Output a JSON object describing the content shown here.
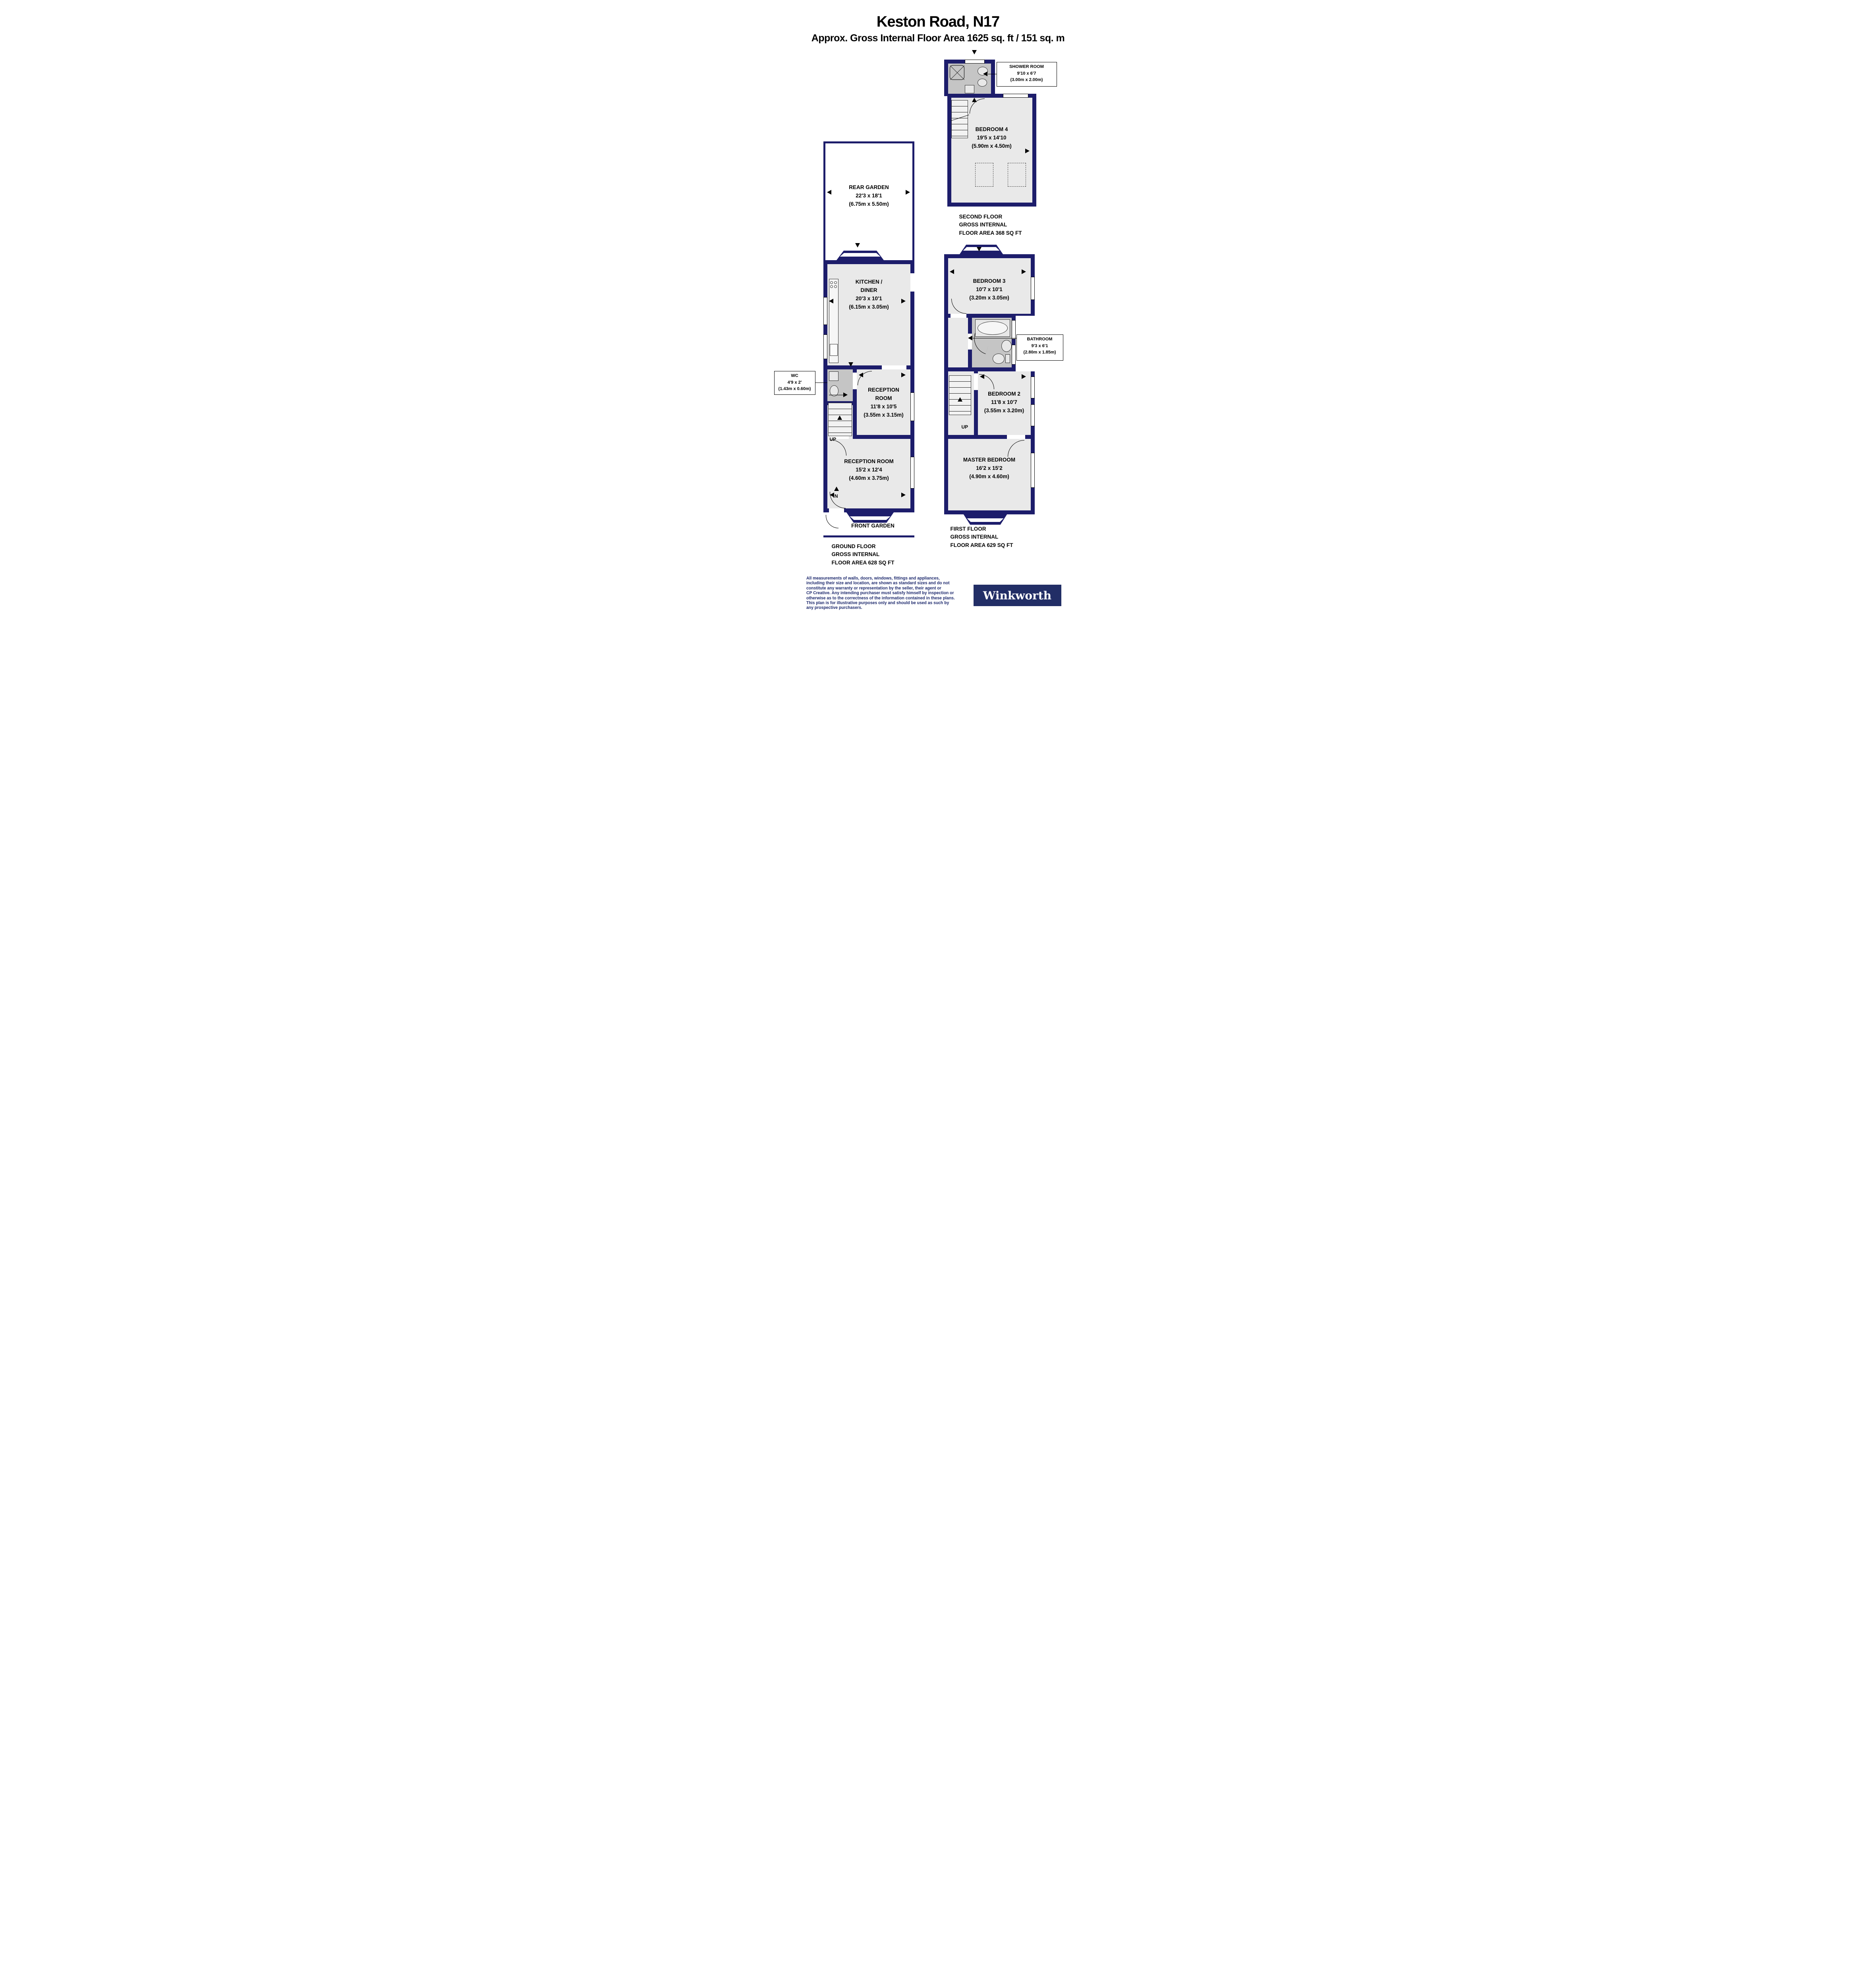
{
  "header": {
    "title": "Keston Road, N17",
    "subtitle": "Approx. Gross Internal Floor Area 1625 sq. ft / 151 sq. m"
  },
  "colors": {
    "wall": "#1d1d6b",
    "room": "#e9e9e9",
    "wet": "#c5c5c5",
    "disclaimer": "#1e2a6e",
    "logo_bg": "#222e66",
    "logo_text": "#ffffff"
  },
  "ground_floor": {
    "rear_garden": {
      "name": "REAR GARDEN",
      "imperial": "22'3 x 18'1",
      "metric": "(6.75m x 5.50m)"
    },
    "kitchen": {
      "name": "KITCHEN /\nDINER",
      "imperial": "20'3 x 10'1",
      "metric": "(6.15m x 3.05m)"
    },
    "wc": {
      "name": "WC",
      "imperial": "4'9 x 2'",
      "metric": "(1.43m x 0.60m)"
    },
    "reception1": {
      "name": "RECEPTION\nROOM",
      "imperial": "11'8 x 10'5",
      "metric": "(3.55m x 3.15m)"
    },
    "reception2": {
      "name": "RECEPTION ROOM",
      "imperial": "15'2 x 12'4",
      "metric": "(4.60m x 3.75m)"
    },
    "front_garden": "FRONT GARDEN",
    "up": "UP",
    "in": "IN",
    "floor_label": "GROUND FLOOR\nGROSS INTERNAL\nFLOOR AREA 628 SQ FT"
  },
  "first_floor": {
    "bedroom3": {
      "name": "BEDROOM 3",
      "imperial": "10'7 x 10'1",
      "metric": "(3.20m x 3.05m)"
    },
    "bathroom": {
      "name": "BATHROOM",
      "imperial": "9'3 x 6'1",
      "metric": "(2.80m x 1.85m)"
    },
    "bedroom2": {
      "name": "BEDROOM 2",
      "imperial": "11'8 x 10'7",
      "metric": "(3.55m x 3.20m)"
    },
    "master": {
      "name": "MASTER BEDROOM",
      "imperial": "16'2 x 15'2",
      "metric": "(4.90m x 4.60m)"
    },
    "up": "UP",
    "floor_label": "FIRST FLOOR\nGROSS INTERNAL\nFLOOR AREA 629 SQ FT"
  },
  "second_floor": {
    "shower": {
      "name": "SHOWER ROOM",
      "imperial": "9'10 x 6'7",
      "metric": "(3.00m x 2.00m)"
    },
    "bedroom4": {
      "name": "BEDROOM 4",
      "imperial": "19'5 x 14'10",
      "metric": "(5.90m x 4.50m)"
    },
    "floor_label": "SECOND FLOOR\nGROSS INTERNAL\nFLOOR AREA 368 SQ FT"
  },
  "footer": {
    "disclaimer": "All measurements of walls, doors, windows, fittings and appliances,\nincluding their size and location, are shown as standard sizes and do not\nconstitute any warranty or representation by the seller, their agent or\nCP Creative. Any intending purchaser must satisfy himself by inspection or\notherwise as to the correctness of the information contained in these plans.\nThis plan is for illustrative purposes only and should be used as such by\nany prospective purchasers.",
    "logo": "Winkworth"
  }
}
